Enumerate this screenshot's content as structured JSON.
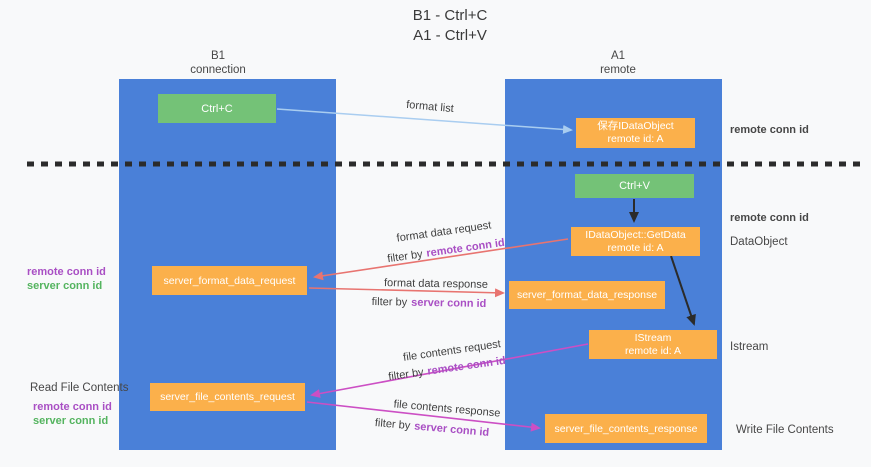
{
  "title": {
    "line1": "B1 - Ctrl+C",
    "line2": "A1 - Ctrl+V"
  },
  "lanes": {
    "left": {
      "name": "B1",
      "subtitle": "connection"
    },
    "right": {
      "name": "A1",
      "subtitle": "remote"
    }
  },
  "nodes": {
    "ctrl_c": "Ctrl+C",
    "ctrl_v": "Ctrl+V",
    "save_idataobject": {
      "line1": "保存IDataObject",
      "line2": "remote id: A"
    },
    "getdata": {
      "line1": "IDataObject::GetData",
      "line2": "remote id: A"
    },
    "istream": {
      "line1": "IStream",
      "line2": "remote id: A"
    },
    "server_format_data_request": "server_format_data_request",
    "server_format_data_response": "server_format_data_response",
    "server_file_contents_request": "server_file_contents_request",
    "server_file_contents_response": "server_file_contents_response"
  },
  "edges": {
    "format_list": "format list",
    "format_data_request": "format data request",
    "format_data_response": "format data response",
    "file_contents_request": "file contents request",
    "file_contents_response": "file contents response",
    "filter_by": "filter by",
    "remote_conn_id": "remote conn id",
    "server_conn_id": "server conn id"
  },
  "side_labels": {
    "remote_conn_id": "remote conn id",
    "server_conn_id": "server conn id",
    "dataobject": "DataObject",
    "istream": "Istream",
    "read_file_contents": "Read File Contents",
    "write_file_contents": "Write File Contents"
  },
  "colors": {
    "lane_blue": "#4a80d8",
    "box_orange": "#fbb04b",
    "box_green": "#74c277",
    "purple_text": "#a94fc4",
    "green_text": "#54b45f",
    "arrow_red": "#e87470",
    "arrow_magenta": "#cc4fc4",
    "arrow_blue": "#a9cdf0",
    "arrow_black": "#2b2b2b"
  }
}
